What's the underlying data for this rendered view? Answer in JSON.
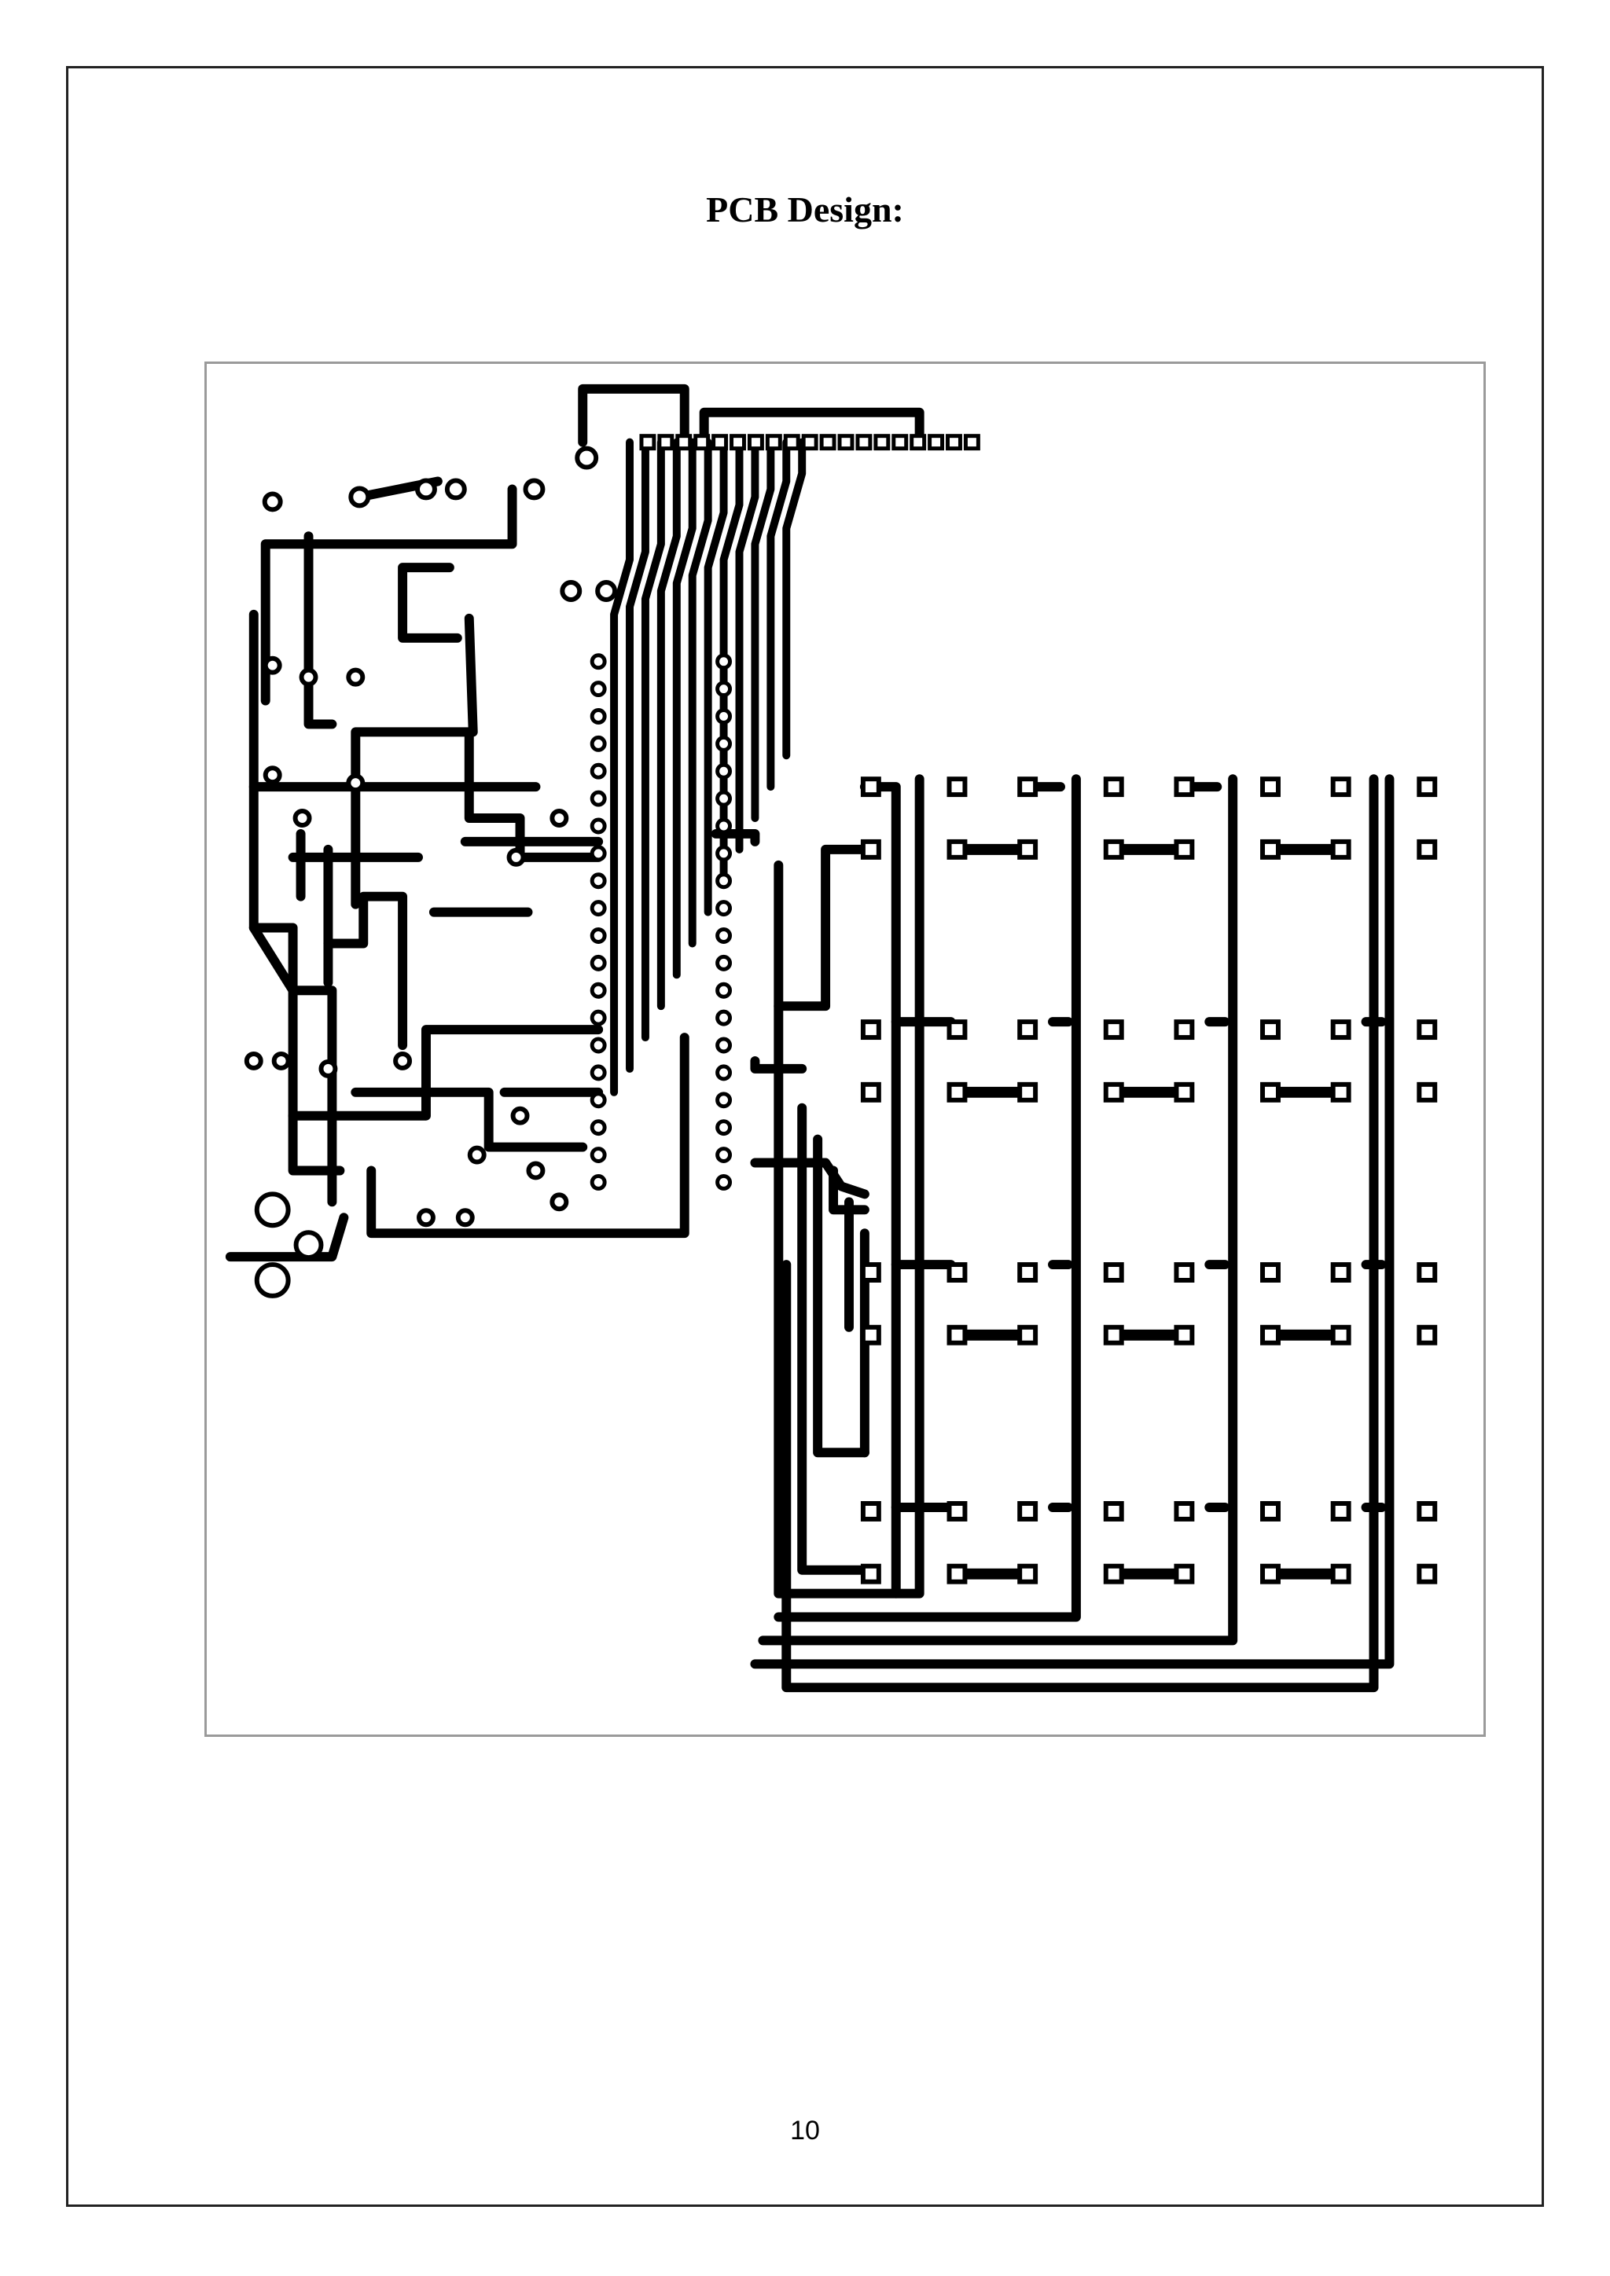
{
  "document": {
    "title": "PCB Design:",
    "page_number": "10"
  },
  "figure": {
    "kind": "pcb-layout",
    "trace_color": "#000000",
    "background_color": "#ffffff"
  }
}
